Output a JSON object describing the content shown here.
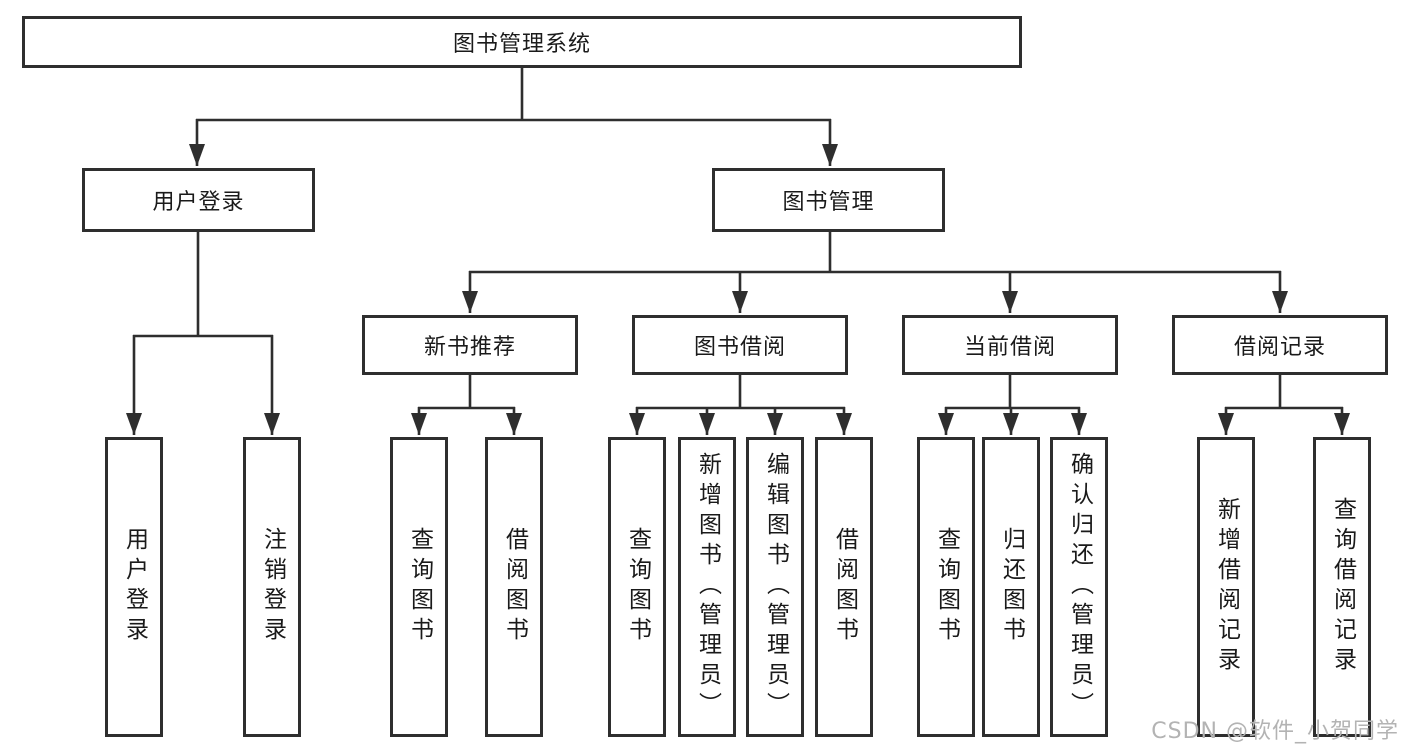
{
  "diagram": {
    "root": "图书管理系统",
    "branches": [
      {
        "label": "用户登录",
        "children": [
          "用户登录",
          "注销登录"
        ]
      },
      {
        "label": "图书管理",
        "sections": [
          {
            "label": "新书推荐",
            "children": [
              "查询图书",
              "借阅图书"
            ]
          },
          {
            "label": "图书借阅",
            "children": [
              "查询图书",
              "新增图书（管理员）",
              "编辑图书（管理员）",
              "借阅图书"
            ]
          },
          {
            "label": "当前借阅",
            "children": [
              "查询图书",
              "归还图书",
              "确认归还（管理员）"
            ]
          },
          {
            "label": "借阅记录",
            "children": [
              "新增借阅记录",
              "查询借阅记录"
            ]
          }
        ]
      }
    ]
  },
  "watermark": "CSDN @软件_小贺同学",
  "colors": {
    "line": "#2e2e2e",
    "text": "#1a1a1a",
    "box_fill": "#ffffff",
    "watermark": "#b3b3b3",
    "background": "#ffffff"
  }
}
